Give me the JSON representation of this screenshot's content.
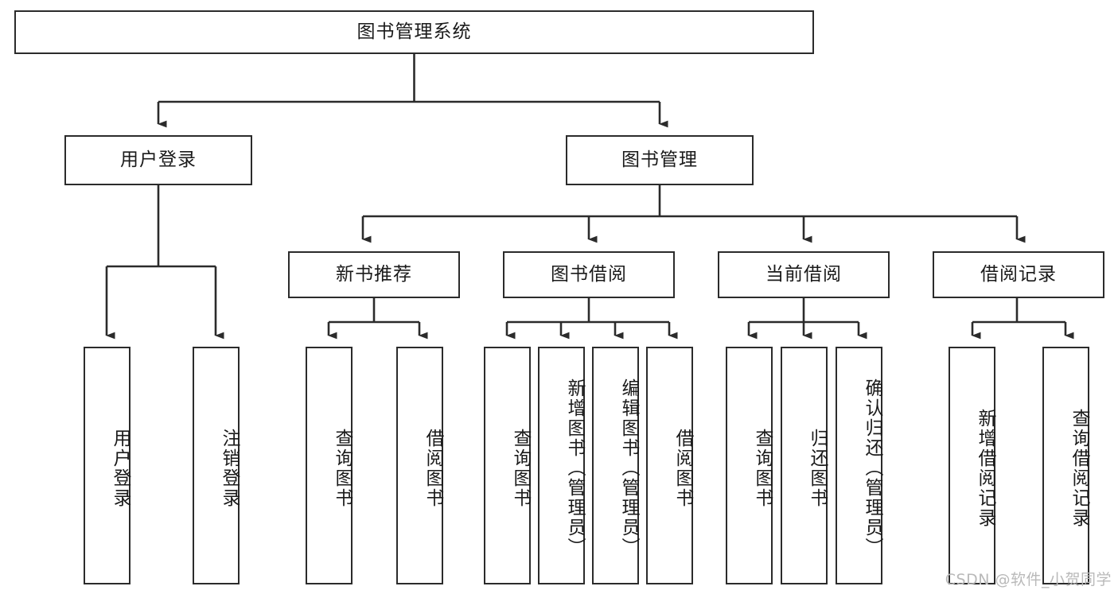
{
  "diagram": {
    "title": "图书管理系统",
    "type": "tree-hierarchy",
    "style": {
      "box_border_color": "#2b2b2b",
      "box_fill_color": "#ffffff",
      "connector_color": "#2b2b2b",
      "text_color": "#1a1a1a",
      "background_color": "#ffffff",
      "watermark_color": "#b9b9b9"
    },
    "nodes": {
      "root": {
        "label": "图书管理系统"
      },
      "level2": [
        {
          "id": "user-login",
          "label": "用户登录"
        },
        {
          "id": "book-management",
          "label": "图书管理"
        }
      ],
      "level3": [
        {
          "id": "new-book-recommend",
          "label": "新书推荐"
        },
        {
          "id": "book-borrow",
          "label": "图书借阅"
        },
        {
          "id": "current-borrow",
          "label": "当前借阅"
        },
        {
          "id": "borrow-record",
          "label": "借阅记录"
        }
      ],
      "leaves_user_login": [
        {
          "id": "leaf-user-login",
          "label": "用户登录"
        },
        {
          "id": "leaf-logout",
          "label": "注销登录"
        }
      ],
      "leaves_new_book_recommend": [
        {
          "id": "leaf-query-book-1",
          "label": "查询图书"
        },
        {
          "id": "leaf-borrow-book-1",
          "label": "借阅图书"
        }
      ],
      "leaves_book_borrow": [
        {
          "id": "leaf-query-book-2",
          "label": "查询图书"
        },
        {
          "id": "leaf-add-book",
          "label": "新增图书（管理员）"
        },
        {
          "id": "leaf-edit-book",
          "label": "编辑图书（管理员）"
        },
        {
          "id": "leaf-borrow-book-2",
          "label": "借阅图书"
        }
      ],
      "leaves_current_borrow": [
        {
          "id": "leaf-query-book-3",
          "label": "查询图书"
        },
        {
          "id": "leaf-return-book",
          "label": "归还图书"
        },
        {
          "id": "leaf-confirm-return",
          "label": "确认归还（管理员）"
        }
      ],
      "leaves_borrow_record": [
        {
          "id": "leaf-add-record",
          "label": "新增借阅记录"
        },
        {
          "id": "leaf-query-record",
          "label": "查询借阅记录"
        }
      ]
    },
    "watermark": "CSDN @软件_小贺同学"
  }
}
